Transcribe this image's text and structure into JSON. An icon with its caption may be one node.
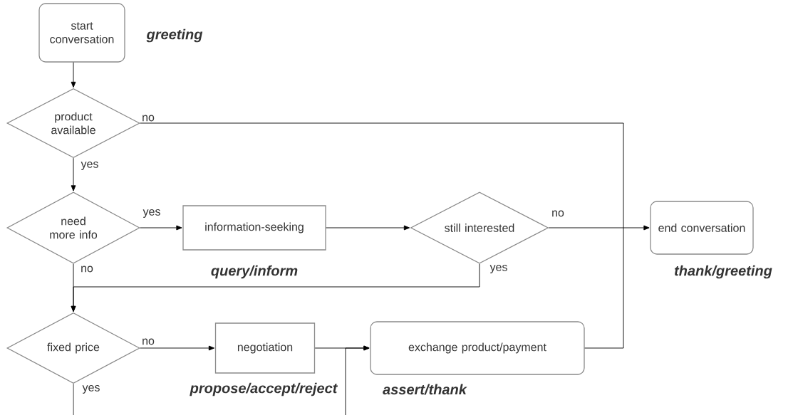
{
  "diagram": {
    "nodes": [
      {
        "text": [
          "start conversation"
        ],
        "beside": [
          "greeting"
        ]
      },
      {
        "text": [
          "product available"
        ]
      },
      {
        "text": [
          "need more info"
        ]
      },
      {
        "text": [
          "information-seeking"
        ],
        "beside": [
          "query/inform"
        ]
      },
      {
        "text": [
          "still interested"
        ]
      },
      {
        "text": [
          "end conversation"
        ],
        "beside": [
          "thank/greeting"
        ]
      },
      {
        "text": [
          "fixed price"
        ]
      },
      {
        "text": [
          "negotiation"
        ],
        "beside": [
          "propose/accept/reject"
        ]
      },
      {
        "text": [
          "exchange product/payment"
        ],
        "beside": [
          "assert/thank"
        ]
      }
    ],
    "edges": [
      {
        "from": 0,
        "to": 1,
        "arrow": "to"
      },
      {
        "from": 1,
        "to": 2,
        "arrow": "to",
        "label": "yes"
      },
      {
        "from": 1,
        "to": 8,
        "arrow": "none",
        "label": "no"
      },
      {
        "from": 2,
        "to": 3,
        "arrow": "to",
        "label": "yes"
      },
      {
        "from": 3,
        "to": 4,
        "arrow": "to"
      },
      {
        "from": 4,
        "to": 5,
        "arrow": "to",
        "label": "no"
      },
      {
        "from": 4,
        "to": 6,
        "arrow": "to",
        "label": "yes"
      },
      {
        "from": 2,
        "to": 6,
        "arrow": "to",
        "label": "no"
      },
      {
        "from": 6,
        "to": 7,
        "arrow": "to",
        "label": "no"
      },
      {
        "from": 7,
        "to": 8,
        "arrow": "to"
      },
      {
        "from": 6,
        "to": 8,
        "arrow": "to",
        "label": "yes"
      }
    ]
  }
}
